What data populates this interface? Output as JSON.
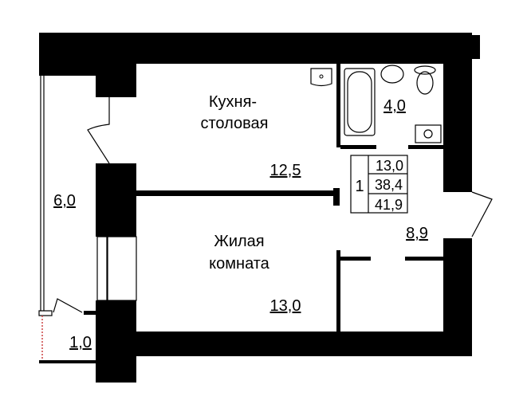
{
  "plan": {
    "rooms": {
      "kitchen": {
        "name_line1": "Кухня-",
        "name_line2": "столовая",
        "area": "12,5"
      },
      "bathroom": {
        "area": "4,0"
      },
      "living_room": {
        "name_line1": "Жилая",
        "name_line2": "комната",
        "area": "13,0"
      },
      "hallway": {
        "area": "8,9"
      },
      "loggia": {
        "area": "6,0"
      },
      "balcony": {
        "area": "1,0"
      }
    },
    "summary": {
      "rooms_count": "1",
      "living_area": "13,0",
      "total_area": "38,4",
      "total_with_loggia": "41,9"
    }
  },
  "colors": {
    "wall": "#000000",
    "background": "#ffffff"
  }
}
